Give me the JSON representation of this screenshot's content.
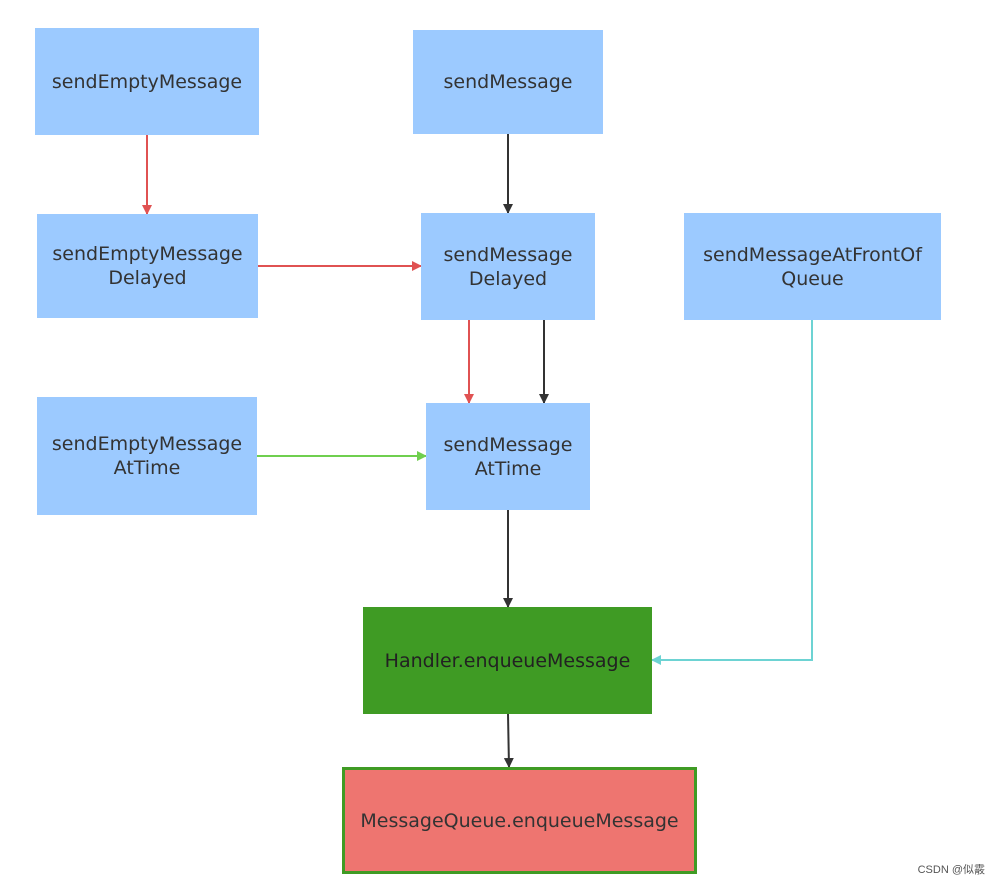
{
  "nodes": {
    "send_empty_message": "sendEmptyMessage",
    "send_message": "sendMessage",
    "send_empty_message_delayed": "sendEmptyMessage\nDelayed",
    "send_message_delayed": "sendMessage\nDelayed",
    "send_message_at_front": "sendMessageAtFrontOf\nQueue",
    "send_empty_message_at_time": "sendEmptyMessage\nAtTime",
    "send_message_at_time": "sendMessage\nAtTime",
    "handler_enqueue": "Handler.enqueueMessage",
    "messagequeue_enqueue": "MessageQueue.enqueueMessage"
  },
  "colors": {
    "node_blue": "#9ccaff",
    "node_green": "#3f9b24",
    "node_red": "#ee7570",
    "arrow_red": "#e05252",
    "arrow_dark": "#333333",
    "arrow_green": "#6fcf4f",
    "arrow_teal": "#6dd3d3"
  },
  "watermark": "CSDN @似霰"
}
